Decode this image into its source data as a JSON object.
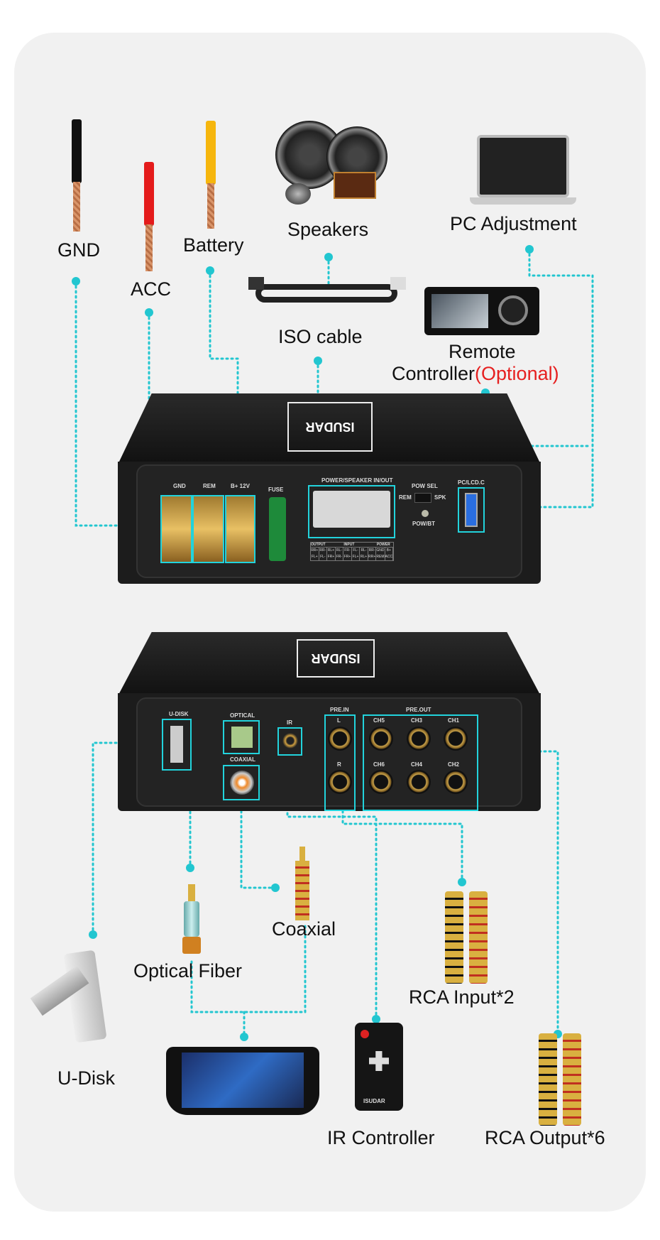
{
  "labels": {
    "gnd": "GND",
    "acc": "ACC",
    "battery": "Battery",
    "speakers": "Speakers",
    "pc": "PC Adjustment",
    "iso": "ISO cable",
    "remote": "Remote",
    "remote2": "Controller",
    "optional": "(Optional)",
    "optical": "Optical Fiber",
    "coaxial": "Coaxial",
    "rca_in": "RCA Input*2",
    "udisk": "U-Disk",
    "ir": "IR Controller",
    "rca_out": "RCA Output*6"
  },
  "top_panel": {
    "gnd": "GND",
    "rem": "REM",
    "bplus": "B+ 12V",
    "fuse": "FUSE",
    "power_speaker": "POWER/SPEAKER IN/OUT",
    "pow_sel": "POW SEL",
    "rem_sw": "REM",
    "spk": "SPK",
    "pow_bt": "POW/BT",
    "pc_lcd": "PC/LCD.C",
    "output": "OUTPUT",
    "input": "INPUT",
    "power": "POWER",
    "pins_row1": [
      "RR+",
      "RR-",
      "RL+",
      "RL-",
      "FR-",
      "FL-",
      "RL-",
      "RR-",
      "GND",
      "B+"
    ],
    "pins_row2": [
      "FL+",
      "FL-",
      "FR+",
      "FR-",
      "FR+",
      "FL+",
      "RL+",
      "RR+",
      "REM",
      "ACC"
    ]
  },
  "bottom_panel": {
    "udisk": "U-DISK",
    "optical": "OPTICAL",
    "coaxial": "COAXIAL",
    "ir": "IR",
    "pre_in": "PRE.IN",
    "l": "L",
    "r": "R",
    "pre_out": "PRE.OUT",
    "ch": [
      "CH5",
      "CH3",
      "CH1",
      "CH6",
      "CH4",
      "CH2"
    ]
  },
  "brand": "ISUDAR",
  "colors": {
    "accent": "#22d3dc",
    "optional": "#e62020"
  }
}
